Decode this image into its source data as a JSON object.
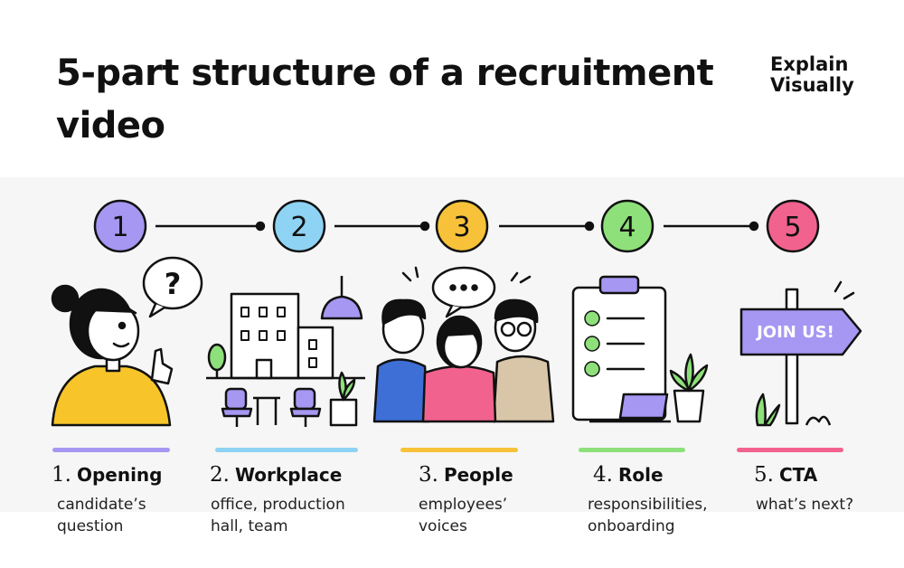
{
  "header": {
    "title": "5-part structure of a recruitment video",
    "brand_line1": "Explain",
    "brand_line2": "Visually"
  },
  "steps": [
    {
      "number": "1",
      "label_number": "1.",
      "name": "Opening",
      "desc_line1": "candidate’s",
      "desc_line2": "question",
      "color": "#9b8df0"
    },
    {
      "number": "2",
      "label_number": "2.",
      "name": "Workplace",
      "desc_line1": "office, production",
      "desc_line2": "hall, team",
      "color": "#8fd3f4"
    },
    {
      "number": "3",
      "label_number": "3.",
      "name": "People",
      "desc_line1": "employees’",
      "desc_line2": "voices",
      "color": "#f7c23a"
    },
    {
      "number": "4",
      "label_number": "4.",
      "name": "Role",
      "desc_line1": "responsibilities,",
      "desc_line2": "onboarding",
      "color": "#8ee07a"
    },
    {
      "number": "5",
      "label_number": "5.",
      "name": "CTA",
      "desc_line1": "what’s next?",
      "desc_line2": "",
      "color": "#f2628f"
    }
  ],
  "illustrations": {
    "question_mark": "?",
    "speech_dots": "...",
    "sign_text": "JOIN US!"
  },
  "icons": [
    "question-bubble-icon",
    "building-icon",
    "lamp-icon",
    "chair-icon",
    "plant-icon",
    "speech-bubble-icon",
    "clipboard-icon",
    "checkmark-icon",
    "laptop-icon",
    "signpost-icon"
  ]
}
